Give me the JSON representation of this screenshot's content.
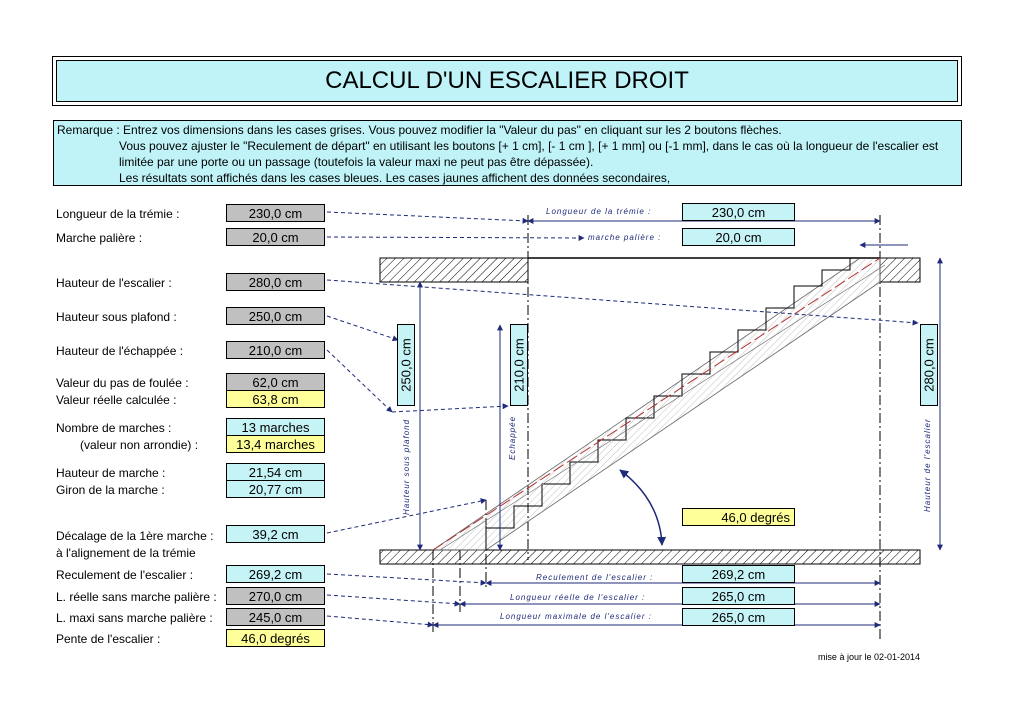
{
  "title": "CALCUL D'UN ESCALIER DROIT",
  "remark": {
    "line1": "Remarque : Entrez vos dimensions dans les cases grises. Vous pouvez modifier la \"Valeur du pas\" en cliquant sur les 2 boutons flèches.",
    "line2": "Vous pouvez ajuster le \"Reculement de départ\" en utilisant les boutons [+ 1 cm], [- 1 cm ], [+ 1 mm] ou [-1 mm], dans le cas où la longueur de l'escalier est",
    "line3": "limitée par une porte ou un passage (toutefois la valeur maxi ne peut pas être dépassée).",
    "line4": "Les résultats sont affichés dans les cases bleues. Les cases jaunes affichent des données secondaires,"
  },
  "fields": {
    "longueur_tremie": {
      "label": "Longueur de la trémie :",
      "value": "230,0 cm"
    },
    "marche_paliere": {
      "label": "Marche palière :",
      "value": "20,0 cm"
    },
    "hauteur_escalier": {
      "label": "Hauteur de l'escalier :",
      "value": "280,0 cm"
    },
    "hauteur_plafond": {
      "label": "Hauteur sous plafond :",
      "value": "250,0 cm"
    },
    "hauteur_echappee": {
      "label": "Hauteur de l'échappée :",
      "value": "210,0 cm"
    },
    "valeur_pas": {
      "label": "Valeur du pas de foulée :",
      "value": "62,0 cm"
    },
    "valeur_reelle": {
      "label": "Valeur réelle calculée :",
      "value": "63,8 cm"
    },
    "nombre_marches": {
      "label": "Nombre de marches :",
      "value": "13 marches"
    },
    "non_arrondie": {
      "label": "(valeur non arrondie) :",
      "value": "13,4 marches"
    },
    "hauteur_marche": {
      "label": "Hauteur de marche :",
      "value": "21,54 cm"
    },
    "giron_marche": {
      "label": "Giron de la marche :",
      "value": "20,77 cm"
    },
    "decalage": {
      "label": "Décalage de la 1ère marche :",
      "label2": "à l'alignement de la trémie",
      "value": "39,2 cm"
    },
    "reculement": {
      "label": "Reculement de l'escalier :",
      "value": "269,2 cm"
    },
    "l_reelle": {
      "label": "L. réelle sans marche palière :",
      "value": "270,0 cm"
    },
    "l_maxi": {
      "label": "L. maxi sans marche palière :",
      "value": "245,0 cm"
    },
    "pente": {
      "label": "Pente de l'escalier :",
      "value": "46,0 degrés"
    }
  },
  "diagram": {
    "tremie_label": "Longueur de la trémie :",
    "tremie_value": "230,0 cm",
    "paliere_label": "marche palière :",
    "paliere_value": "20,0 cm",
    "plafond_value": "250,0 cm",
    "plafond_label": "Hauteur sous plafond",
    "echappee_value": "210,0 cm",
    "echappee_label": "Echappée",
    "hauteur_value": "280,0 cm",
    "hauteur_label": "Hauteur de l'escalier",
    "angle_value": "46,0 degrés",
    "reculement_label": "Reculement de l'escalier :",
    "reculement_value": "269,2 cm",
    "longueur_label": "Longueur réelle de l'escalier :",
    "longueur_value": "265,0 cm",
    "longueur_max_label": "Longueur maximale de l'escalier :",
    "longueur_max_value": "265,0 cm",
    "line_color": "#1f2a7a"
  },
  "footer": "mise à jour le 02-01-2014"
}
